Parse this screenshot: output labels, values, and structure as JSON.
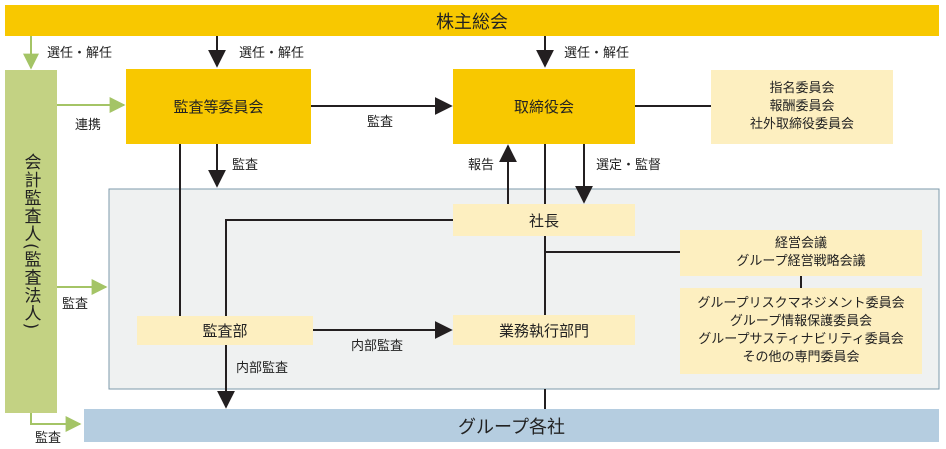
{
  "nodes": {
    "shareholders": "株主総会",
    "audit_committee": "監査等委員会",
    "board": "取締役会",
    "committees": [
      "指名委員会",
      "報酬委員会",
      "社外取締役委員会"
    ],
    "auditor": "会計監査人(監査法人)",
    "president": "社長",
    "management": [
      "経営会議",
      "グループ経営戦略会議"
    ],
    "sub_committees": [
      "グループリスクマネジメント委員会",
      "グループ情報保護委員会",
      "グループサスティナビリティ委員会",
      "その他の専門委員会"
    ],
    "audit_dept": "監査部",
    "business": "業務執行部門",
    "group": "グループ各社"
  },
  "edges": {
    "elect_auditor": "選任・解任",
    "elect_audit_committee": "選任・解任",
    "elect_board": "選任・解任",
    "cooperation": "連携",
    "audit_board": "監査",
    "audit_down": "監査",
    "report": "報告",
    "select_supervise": "選定・監督",
    "auditor_audit": "監査",
    "internal_audit": "内部監査",
    "internal_audit_group": "内部監査",
    "auditor_audit_group": "監査"
  },
  "colors": {
    "gold": "#f8c800",
    "cream": "#fdefc0",
    "green": "#c3d283",
    "green_line": "#a4c466",
    "blue": "#b5cde0",
    "panel": "#eff1f1",
    "panel_border": "#7e9aab",
    "line": "#231f20"
  }
}
